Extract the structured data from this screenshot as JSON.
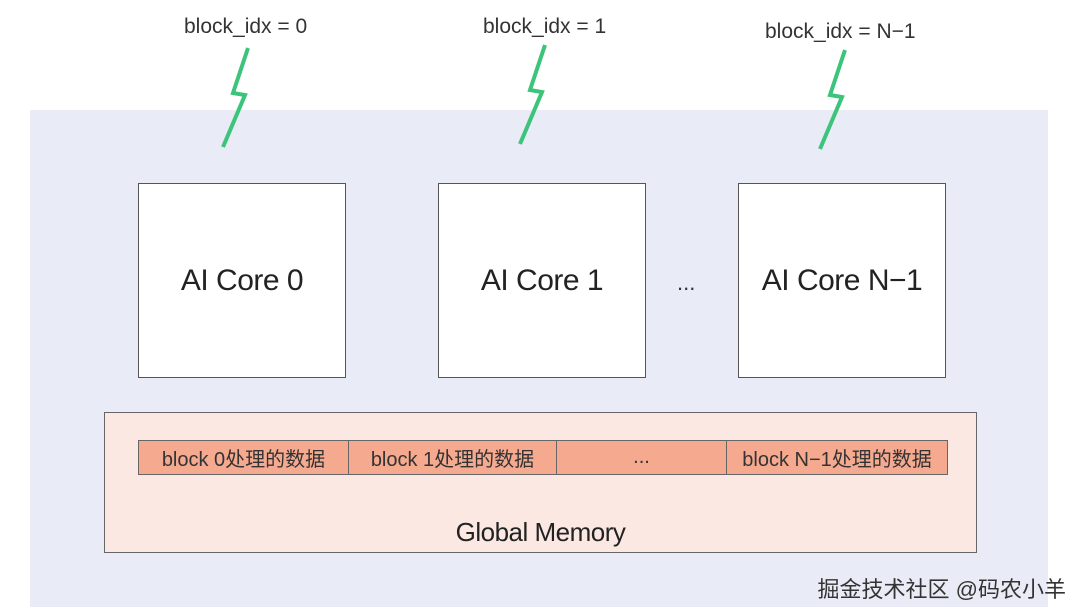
{
  "diagram": {
    "block_labels": [
      "block_idx = 0",
      "block_idx = 1",
      "block_idx = N−1"
    ],
    "cores": [
      "AI Core 0",
      "AI Core 1",
      "AI Core N−1"
    ],
    "core_ellipsis": "...",
    "memory": {
      "title": "Global Memory",
      "segments": [
        "block 0处理的数据",
        "block 1处理的数据",
        "...",
        "block N−1处理的数据"
      ]
    },
    "watermark": "掘金技术社区 @码农小羊",
    "colors": {
      "panel": "#e9ecf6",
      "bolt": "#3cc47a",
      "memory_bg": "#fce8e3",
      "segment": "#f5a98f"
    }
  }
}
